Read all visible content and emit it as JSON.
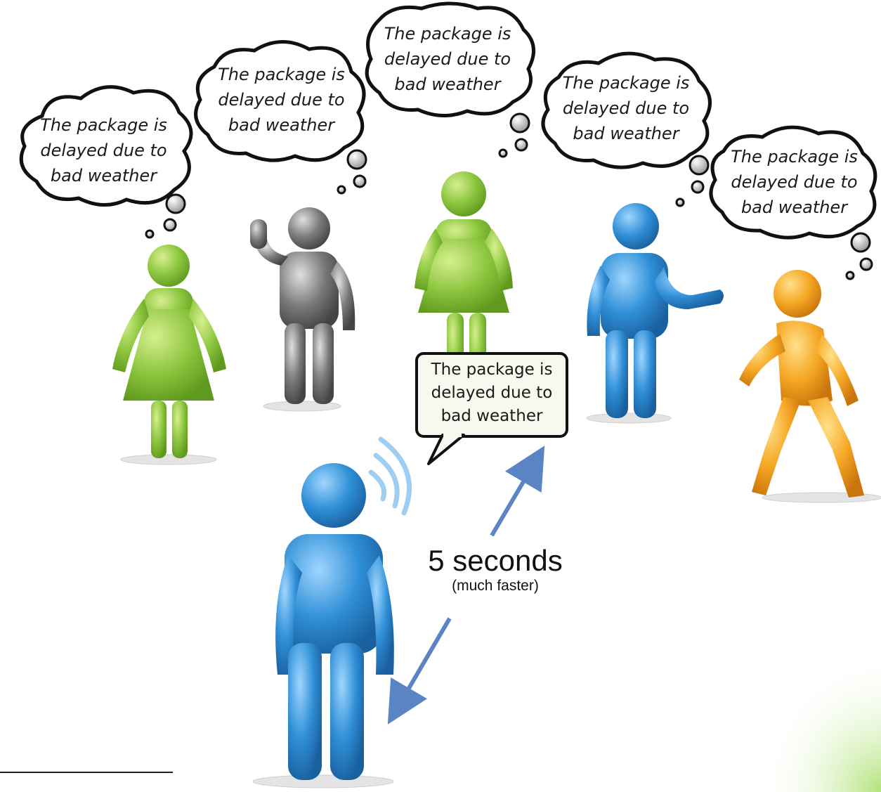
{
  "thoughts": [
    {
      "line1": "The package is",
      "line2": "delayed due to",
      "line3": "bad weather"
    },
    {
      "line1": "The package is",
      "line2": "delayed due to",
      "line3": "bad weather"
    },
    {
      "line1": "The package is",
      "line2": "delayed due to",
      "line3": "bad weather"
    },
    {
      "line1": "The package is",
      "line2": "delayed due to",
      "line3": "bad weather"
    },
    {
      "line1": "The package is",
      "line2": "delayed due to",
      "line3": "bad weather"
    }
  ],
  "speech": {
    "line1": "The package is",
    "line2": "delayed due to",
    "line3": "bad weather"
  },
  "timing": {
    "main": "5 seconds",
    "sub": "(much faster)"
  },
  "colors": {
    "green": "#8cc63f",
    "gray": "#7a7a7a",
    "blue": "#2f8fd6",
    "orange": "#f5a623",
    "arrow": "#5b84c4",
    "cloud_stroke": "#111111"
  }
}
